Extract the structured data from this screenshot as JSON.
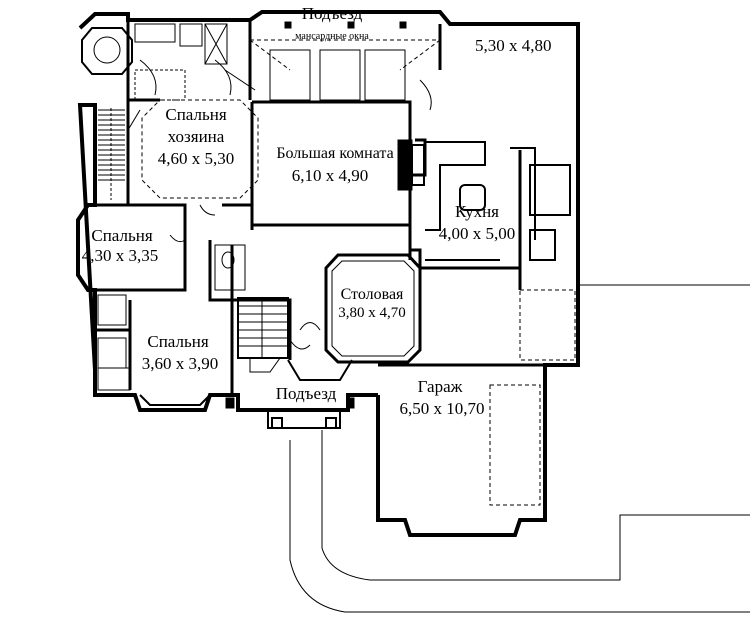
{
  "plan": {
    "labels": {
      "porch_top": "Подъезд",
      "dormer_windows": "мансардные окна",
      "room_ne_size": "5,30 x 4,80",
      "master_name_1": "Спальня",
      "master_name_2": "хозяина",
      "master_size": "4,60 x 5,30",
      "great_room_name": "Большая комната",
      "great_room_size": "6,10 x 4,90",
      "kitchen_name": "Кухня",
      "kitchen_size": "4,00 x 5,00",
      "bedroom2_name": "Спальня",
      "bedroom2_size": "4,30 x 3,35",
      "dining_name": "Столовая",
      "dining_size": "3,80 x 4,70",
      "bedroom3_name": "Спальня",
      "bedroom3_size": "3,60 x 3,90",
      "porch_bottom": "Подъезд",
      "garage_name": "Гараж",
      "garage_size": "6,50 x 10,70"
    }
  }
}
